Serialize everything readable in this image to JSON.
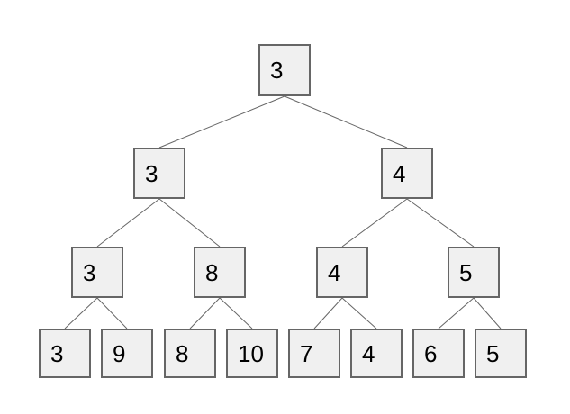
{
  "diagram": {
    "type": "binary-tree",
    "colors": {
      "background": "#ffffff",
      "node_fill": "#f0f0f0",
      "node_border": "#666666",
      "edge": "#666666",
      "text": "#000000"
    },
    "nodes": {
      "root": "3",
      "l2": [
        "3",
        "4"
      ],
      "l3": [
        "3",
        "8",
        "4",
        "5"
      ],
      "l4": [
        "3",
        "9",
        "8",
        "10",
        "7",
        "4",
        "6",
        "5"
      ]
    },
    "edges": [
      [
        "root",
        "l2-0"
      ],
      [
        "root",
        "l2-1"
      ],
      [
        "l2-0",
        "l3-0"
      ],
      [
        "l2-0",
        "l3-1"
      ],
      [
        "l2-1",
        "l3-2"
      ],
      [
        "l2-1",
        "l3-3"
      ],
      [
        "l3-0",
        "l4-0"
      ],
      [
        "l3-0",
        "l4-1"
      ],
      [
        "l3-1",
        "l4-2"
      ],
      [
        "l3-1",
        "l4-3"
      ],
      [
        "l3-2",
        "l4-4"
      ],
      [
        "l3-2",
        "l4-5"
      ],
      [
        "l3-3",
        "l4-6"
      ],
      [
        "l3-3",
        "l4-7"
      ]
    ]
  }
}
